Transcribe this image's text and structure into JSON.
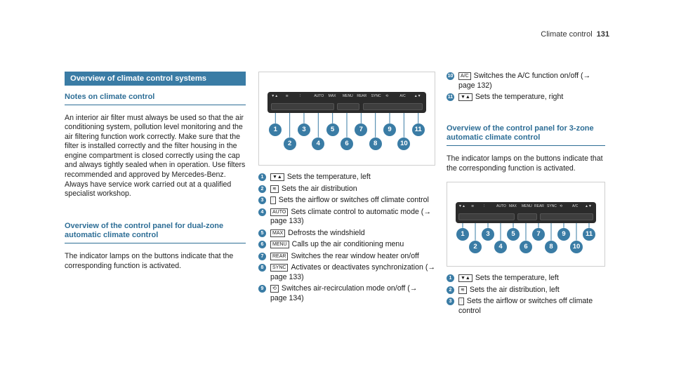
{
  "header": {
    "title": "Climate control",
    "page": "131"
  },
  "col1": {
    "section": "Overview of climate control systems",
    "notes_title": "Notes on climate control",
    "notes_text": "An interior air filter must always be used so that the air conditioning system, pollution level monitoring and the air filtering function work correctly. Make sure that the filter is installed correctly and the filter housing in the engine compartment is closed correctly using the cap and always tightly sealed when in operation. Use filters recommended and approved by Mercedes-Benz. Always have service work carried out at a qualified specialist workshop.",
    "dual_title": "Overview of the control panel for dual-zone automatic climate control",
    "dual_text": "The indicator lamps on the buttons indicate that the corresponding function is activated."
  },
  "panel_labels": [
    "▼▲",
    "≋",
    "⫶",
    "AUTO",
    "MAX",
    "MENU",
    "REAR",
    "SYNC",
    "⟲",
    "A/C",
    "▲▼"
  ],
  "col2": {
    "items": [
      {
        "num": "1",
        "icon": "▼▲",
        "text": "Sets the temperature, left"
      },
      {
        "num": "2",
        "icon": "≋",
        "text": "Sets the air distribution"
      },
      {
        "num": "3",
        "icon": "⫶",
        "text": "Sets the airflow or switches off climate control"
      },
      {
        "num": "4",
        "icon": "AUTO",
        "text": "Sets climate control to automatic mode (→ page 133)"
      },
      {
        "num": "5",
        "icon": "MAX",
        "text": "Defrosts the windshield"
      },
      {
        "num": "6",
        "icon": "MENU",
        "text": "Calls up the air conditioning menu"
      },
      {
        "num": "7",
        "icon": "REAR",
        "text": "Switches the rear window heater on/off"
      },
      {
        "num": "8",
        "icon": "SYNC",
        "text": "Activates or deactivates synchronization (→ page 133)"
      },
      {
        "num": "9",
        "icon": "⟲",
        "text": "Switches air-recirculation mode on/off (→ page 134)"
      }
    ]
  },
  "col3": {
    "items": [
      {
        "num": "10",
        "icon": "A/C",
        "text": "Switches the A/C function on/off (→ page 132)"
      },
      {
        "num": "11",
        "icon": "▼▲",
        "text": "Sets the temperature, right"
      }
    ],
    "three_title": "Overview of the control panel for 3-zone automatic climate control",
    "three_text": "The indicator lamps on the buttons indicate that the corresponding function is activated.",
    "items2": [
      {
        "num": "1",
        "icon": "▼▲",
        "text": "Sets the temperature, left"
      },
      {
        "num": "2",
        "icon": "≋",
        "text": "Sets the air distribution, left"
      },
      {
        "num": "3",
        "icon": "⫶",
        "text": "Sets the airflow or switches off climate control"
      }
    ]
  },
  "callouts": [
    "1",
    "2",
    "3",
    "4",
    "5",
    "6",
    "7",
    "8",
    "9",
    "10",
    "11"
  ]
}
